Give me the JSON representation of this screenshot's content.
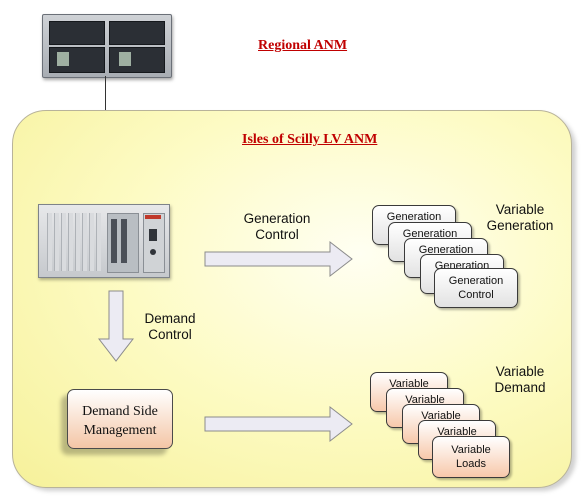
{
  "regional_anm": {
    "title": "Regional ANM"
  },
  "island": {
    "title": "Isles of Scilly LV ANM"
  },
  "generation_control": {
    "label_line1": "Generation",
    "label_line2": "Control"
  },
  "variable_generation": {
    "label_line1": "Variable",
    "label_line2": "Generation",
    "boxes": [
      "Generation",
      "Generation",
      "Generation",
      "Generation"
    ],
    "front_box_line1": "Generation",
    "front_box_line2": "Control"
  },
  "demand_control": {
    "label_line1": "Demand",
    "label_line2": "Control"
  },
  "demand_side_management": {
    "line1": "Demand Side",
    "line2": "Management"
  },
  "variable_demand": {
    "label_line1": "Variable",
    "label_line2": "Demand",
    "boxes": [
      "Variable",
      "Variable",
      "Variable",
      "Variable"
    ],
    "front_box_line1": "Variable",
    "front_box_line2": "Loads"
  },
  "colors": {
    "title_red": "#c00000",
    "panel_yellow": "#fdfbc4",
    "demand_peach": "#f7c8aa",
    "arrow_fill": "#ecebf3"
  }
}
